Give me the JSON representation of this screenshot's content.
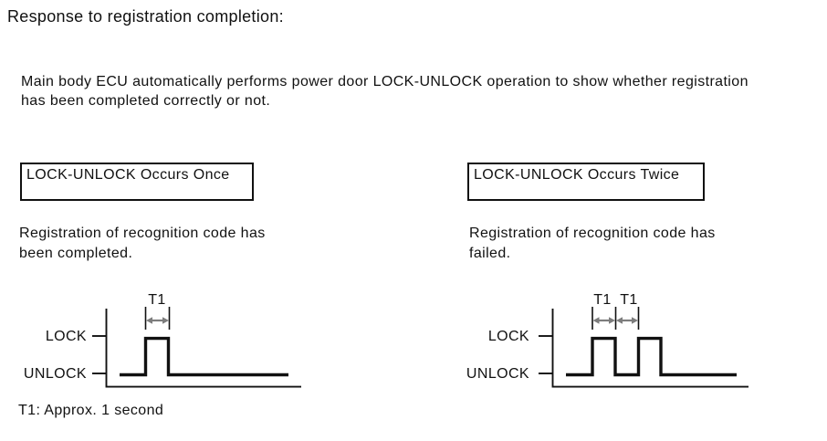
{
  "title": "Response to registration completion:",
  "intro": "Main body ECU automatically performs power door LOCK-UNLOCK operation to show whether registration\nhas been completed correctly or not.",
  "note": "T1: Approx. 1 second",
  "colors": {
    "line": "#111111",
    "arrow": "#7d7d7d",
    "text": "#111111",
    "background": "#ffffff"
  },
  "panels": [
    {
      "heading": "LOCK-UNLOCK Occurs Once",
      "description": "Registration of recognition code has\nbeen completed.",
      "high_label": "LOCK",
      "low_label": "UNLOCK",
      "intervals": [
        "T1"
      ],
      "pulse_count": "1"
    },
    {
      "heading": "LOCK-UNLOCK Occurs Twice",
      "description": "Registration of recognition code has\nfailed.",
      "high_label": "LOCK",
      "low_label": "UNLOCK",
      "intervals": [
        "T1",
        "T1"
      ],
      "pulse_count": "2"
    }
  ],
  "timing": {
    "t1_duration": "Approx. 1 second"
  }
}
